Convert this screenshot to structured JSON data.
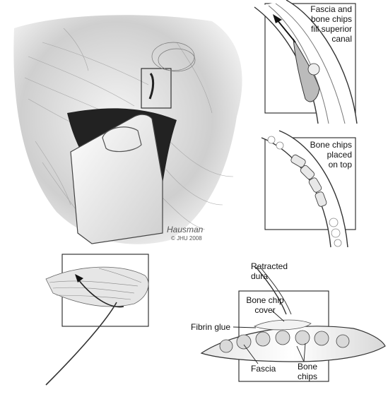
{
  "panels": {
    "top_right_1": {
      "label_line1": "Fascia and",
      "label_line2": "bone chips",
      "label_line3": "fill superior",
      "label_line4": "canal"
    },
    "top_right_2": {
      "label_line1": "Bone chips",
      "label_line2": "placed",
      "label_line3": "on top"
    },
    "bottom_right": {
      "retracted_line1": "Retracted",
      "retracted_line2": "dura",
      "cover_line1": "Bone chip",
      "cover_line2": "cover",
      "fibrin": "Fibrin glue",
      "fascia": "Fascia",
      "chips_line1": "Bone",
      "chips_line2": "chips"
    }
  },
  "signature": {
    "name": "Hausman",
    "credit": "© JHU 2008"
  }
}
